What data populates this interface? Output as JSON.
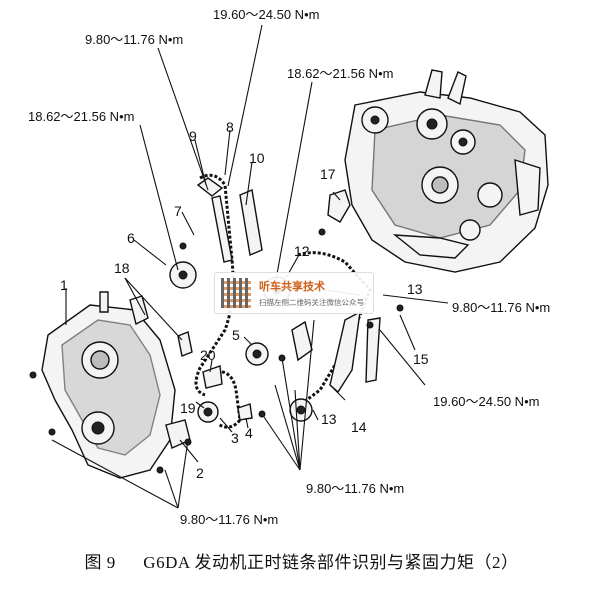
{
  "torques": {
    "t_top_1": "19.60～24.50 N•m",
    "t_top_left": "9.80～11.76 N•m",
    "t_top_right": "18.62～21.56 N•m",
    "t_left": "18.62～21.56 N•m",
    "t_right_1": "9.80～11.76 N•m",
    "t_right_2": "19.60～24.50 N•m",
    "t_bottom_mid": "9.80～11.76 N•m",
    "t_bottom_left": "9.80～11.76 N•m"
  },
  "parts": [
    "1",
    "2",
    "3",
    "4",
    "5",
    "6",
    "7",
    "8",
    "9",
    "10",
    "12",
    "13",
    "13",
    "14",
    "15",
    "17",
    "18",
    "19",
    "20"
  ],
  "watermark": {
    "title": "听车共享技术",
    "subtitle": "扫描左侧二维码关注微信公众号"
  },
  "caption": {
    "figure": "图 9",
    "text": "G6DA 发动机正时链条部件识别与紧固力矩（2）"
  }
}
